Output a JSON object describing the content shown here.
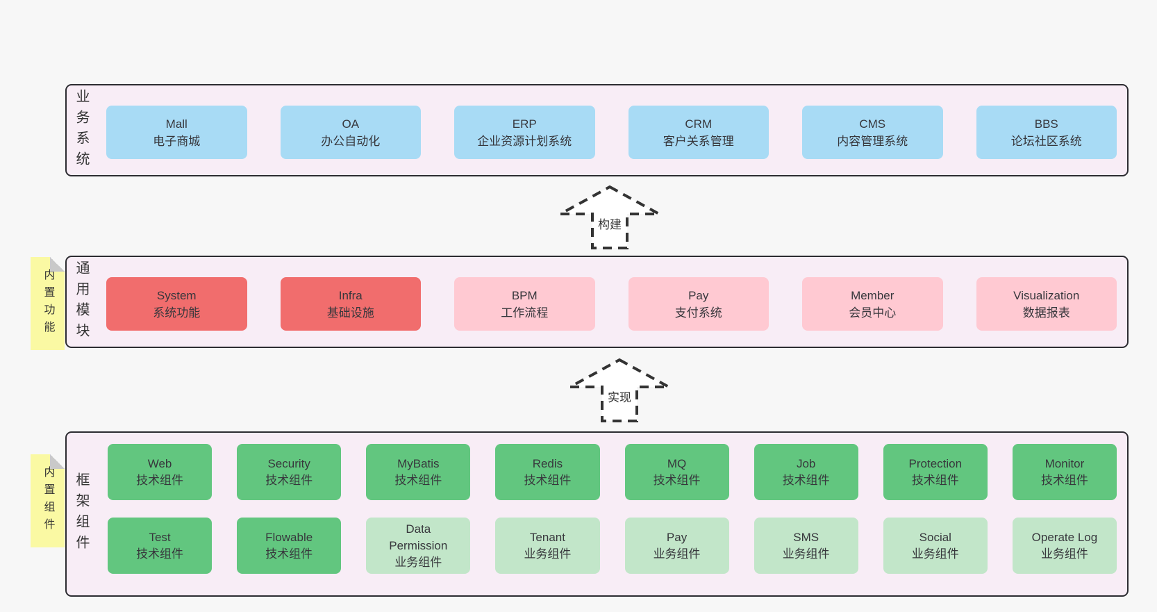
{
  "colors": {
    "blue": "#a8dbf5",
    "red": "#f16d6d",
    "pink": "#ffc9d2",
    "green": "#62c67f",
    "lightgreen": "#c2e6c9",
    "sticky": "#faf9a3",
    "panelBg": "#f8edf6",
    "border": "#2c2c31"
  },
  "arrows": [
    {
      "label": "构建"
    },
    {
      "label": "实现"
    }
  ],
  "layers": [
    {
      "id": "business",
      "panel_label": "业务系统",
      "rows": [
        [
          {
            "name": "Mall",
            "desc": "电子商城",
            "variant": "blue"
          },
          {
            "name": "OA",
            "desc": "办公自动化",
            "variant": "blue"
          },
          {
            "name": "ERP",
            "desc": "企业资源计划系统",
            "variant": "blue"
          },
          {
            "name": "CRM",
            "desc": "客户关系管理",
            "variant": "blue"
          },
          {
            "name": "CMS",
            "desc": "内容管理系统",
            "variant": "blue"
          },
          {
            "name": "BBS",
            "desc": "论坛社区系统",
            "variant": "blue"
          }
        ]
      ]
    },
    {
      "id": "modules",
      "panel_label": "通用模块",
      "sticky": "内置功能",
      "rows": [
        [
          {
            "name": "System",
            "desc": "系统功能",
            "variant": "red"
          },
          {
            "name": "Infra",
            "desc": "基础设施",
            "variant": "red"
          },
          {
            "name": "BPM",
            "desc": "工作流程",
            "variant": "pink"
          },
          {
            "name": "Pay",
            "desc": "支付系统",
            "variant": "pink"
          },
          {
            "name": "Member",
            "desc": "会员中心",
            "variant": "pink"
          },
          {
            "name": "Visualization",
            "desc": "数据报表",
            "variant": "pink"
          }
        ]
      ]
    },
    {
      "id": "components",
      "panel_label": "框架组件",
      "sticky": "内置组件",
      "rows": [
        [
          {
            "name": "Web",
            "desc": "技术组件",
            "variant": "green"
          },
          {
            "name": "Security",
            "desc": "技术组件",
            "variant": "green"
          },
          {
            "name": "MyBatis",
            "desc": "技术组件",
            "variant": "green"
          },
          {
            "name": "Redis",
            "desc": "技术组件",
            "variant": "green"
          },
          {
            "name": "MQ",
            "desc": "技术组件",
            "variant": "green"
          },
          {
            "name": "Job",
            "desc": "技术组件",
            "variant": "green"
          },
          {
            "name": "Protection",
            "desc": "技术组件",
            "variant": "green"
          },
          {
            "name": "Monitor",
            "desc": "技术组件",
            "variant": "green"
          }
        ],
        [
          {
            "name": "Test",
            "desc": "技术组件",
            "variant": "green"
          },
          {
            "name": "Flowable",
            "desc": "技术组件",
            "variant": "green"
          },
          {
            "name": "Data\nPermission",
            "desc": "业务组件",
            "variant": "lightgreen"
          },
          {
            "name": "Tenant",
            "desc": "业务组件",
            "variant": "lightgreen"
          },
          {
            "name": "Pay",
            "desc": "业务组件",
            "variant": "lightgreen"
          },
          {
            "name": "SMS",
            "desc": "业务组件",
            "variant": "lightgreen"
          },
          {
            "name": "Social",
            "desc": "业务组件",
            "variant": "lightgreen"
          },
          {
            "name": "Operate Log",
            "desc": "业务组件",
            "variant": "lightgreen"
          }
        ]
      ]
    }
  ]
}
